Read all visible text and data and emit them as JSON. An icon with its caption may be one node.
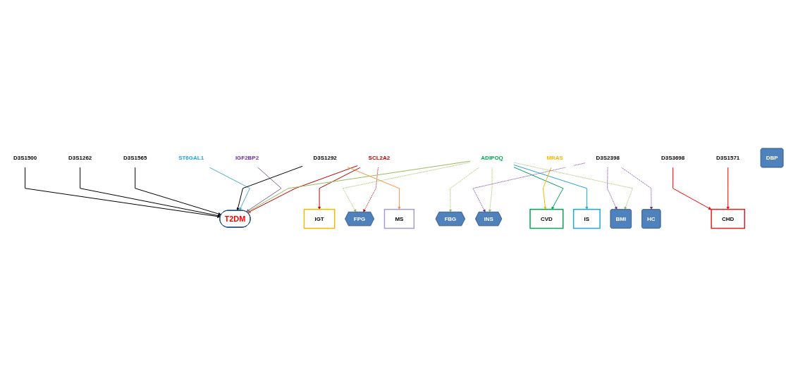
{
  "diagram": {
    "nodes": [
      {
        "text": [
          "INS"
        ]
      },
      {
        "text": [
          "FPG"
        ]
      },
      {
        "text": [
          "FBG"
        ]
      },
      {
        "text": [
          "SCL2A2"
        ]
      },
      {
        "text": [
          "ADIPOQ"
        ]
      },
      {
        "text": [
          "IGF2BP2"
        ]
      },
      {
        "text": [
          "ST6GAL1"
        ]
      },
      {
        "text": [
          "MRAS"
        ]
      },
      {
        "text": [
          "T2DM"
        ]
      },
      {
        "text": [
          "D3S1292"
        ]
      },
      {
        "text": [
          "D3S1565"
        ]
      },
      {
        "text": [
          "D3S1262"
        ]
      },
      {
        "text": [
          "D3S1500"
        ]
      },
      {
        "text": [
          "D3S2398"
        ]
      },
      {
        "text": [
          "D3S1571"
        ]
      },
      {
        "text": [
          "D3S3698"
        ]
      },
      {
        "text": [
          "BMI"
        ]
      },
      {
        "text": [
          "HC"
        ]
      },
      {
        "text": [
          "DBP"
        ]
      },
      {
        "text": [
          "CVD"
        ]
      },
      {
        "text": [
          "MS"
        ]
      },
      {
        "text": [
          "IS"
        ]
      },
      {
        "text": [
          "CHD"
        ]
      },
      {
        "text": [
          "IGT"
        ]
      }
    ],
    "edges": [
      {
        "from": 3,
        "to": 1,
        "arrow": "to",
        "style": "dashed",
        "color": "#c00000"
      },
      {
        "from": 3,
        "to": 8,
        "arrow": "to",
        "color": "#c00000"
      },
      {
        "from": 3,
        "to": 23,
        "arrow": "to",
        "color": "#c00000"
      },
      {
        "from": 4,
        "to": 0,
        "arrow": "to",
        "style": "dashed",
        "color": "#9bbb59"
      },
      {
        "from": 4,
        "to": 1,
        "arrow": "to",
        "style": "dashed",
        "color": "#9bbb59"
      },
      {
        "from": 4,
        "to": 2,
        "arrow": "to",
        "style": "dashed",
        "color": "#9bbb59"
      },
      {
        "from": 4,
        "to": 8,
        "arrow": "to",
        "color": "#9bbb59"
      },
      {
        "from": 4,
        "to": 16,
        "arrow": "to",
        "style": "dashed",
        "color": "#9bbb59"
      },
      {
        "from": 4,
        "to": 19,
        "arrow": "to",
        "color": "#00a651"
      },
      {
        "from": 4,
        "to": 21,
        "arrow": "to",
        "color": "#1ea6de"
      },
      {
        "from": 5,
        "to": 8,
        "arrow": "to",
        "color": "#8064a2"
      },
      {
        "from": 6,
        "to": 8,
        "arrow": "to",
        "color": "#4bacc6"
      },
      {
        "from": 7,
        "to": 19,
        "arrow": "to",
        "color": "#f5b800"
      },
      {
        "from": 9,
        "to": 8,
        "arrow": "to",
        "color": "#000000"
      },
      {
        "from": 10,
        "to": 8,
        "arrow": "to",
        "color": "#000000"
      },
      {
        "from": 11,
        "to": 8,
        "arrow": "to",
        "color": "#000000"
      },
      {
        "from": 12,
        "to": 8,
        "arrow": "to",
        "color": "#000000"
      },
      {
        "from": 9,
        "to": 20,
        "arrow": "to",
        "color": "#f79646"
      },
      {
        "from": 13,
        "to": 0,
        "arrow": "to",
        "style": "dashed",
        "color": "#7030a0"
      },
      {
        "from": 13,
        "to": 16,
        "arrow": "to",
        "style": "dashed",
        "color": "#7030a0"
      },
      {
        "from": 13,
        "to": 17,
        "arrow": "to",
        "style": "dashed",
        "color": "#7030a0"
      },
      {
        "from": 14,
        "to": 22,
        "arrow": "to",
        "color": "#ff0000"
      },
      {
        "from": 15,
        "to": 22,
        "arrow": "to",
        "color": "#ff0000"
      }
    ]
  }
}
